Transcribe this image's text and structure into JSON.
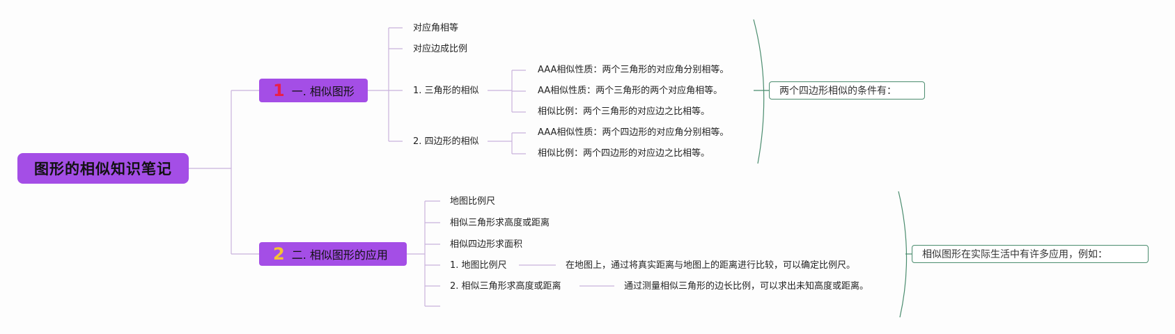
{
  "root": {
    "title": "图形的相似知识笔记"
  },
  "section1": {
    "number": "1",
    "label": "一. 相似图形",
    "items": [
      "对应角相等",
      "对应边成比例",
      "1. 三角形的相似",
      "2. 四边形的相似"
    ],
    "triangle_children": [
      "AAA相似性质：两个三角形的对应角分别相等。",
      "AA相似性质：两个三角形的两个对应角相等。",
      "相似比例：两个三角形的对应边之比相等。"
    ],
    "quad_children": [
      "AAA相似性质：两个四边形的对应角分别相等。",
      "相似比例：两个四边形的对应边之比相等。"
    ],
    "callout": "两个四边形相似的条件有："
  },
  "section2": {
    "number": "2",
    "label": "二. 相似图形的应用",
    "items": [
      "地图比例尺",
      "相似三角形求高度或距离",
      "相似四边形求面积",
      "1. 地图比例尺",
      "2. 相似三角形求高度或距离"
    ],
    "map_detail": "在地图上，通过将真实距离与地图上的距离进行比较，可以确定比例尺。",
    "triangle_detail": "通过测量相似三角形的边长比例，可以求出未知高度或距离。",
    "callout": "相似图形在实际生活中有许多应用，例如："
  },
  "colors": {
    "node": "#a44ee6",
    "line": "#c9b2dc",
    "brace": "#4a8c6e",
    "num1": "#e8204a",
    "num2": "#f6c431"
  }
}
